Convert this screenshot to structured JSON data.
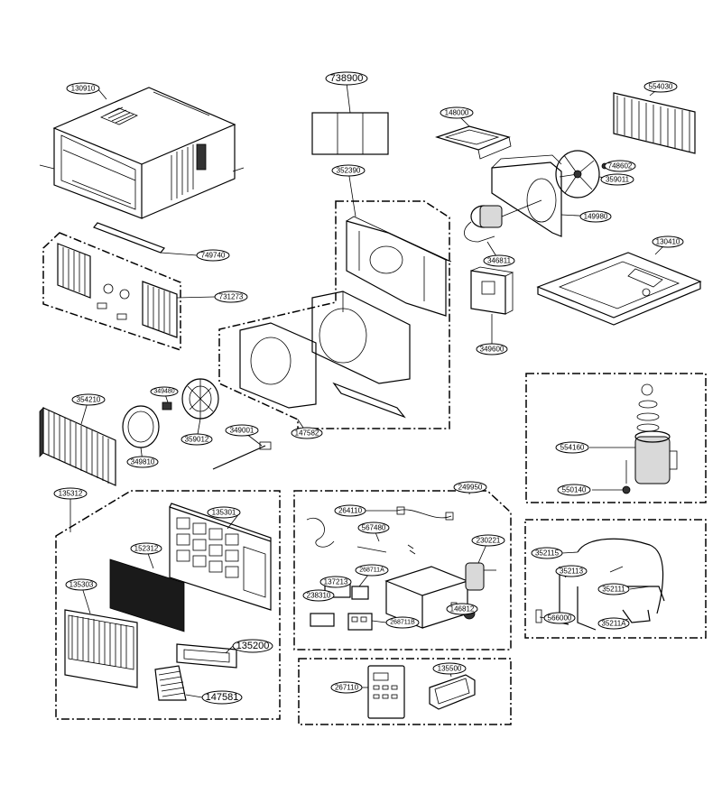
{
  "labels": {
    "l130910": "130910",
    "l738900": "738900",
    "l148000": "148000",
    "l554030": "554030",
    "l352390": "352390",
    "l748602": "748602",
    "l359011": "359011",
    "l149980": "149980",
    "l749740": "749740",
    "l346811": "346811",
    "l130410": "130410",
    "l731273": "731273",
    "l349600": "349600",
    "l354210": "354210",
    "l349810": "349810",
    "l359012": "359012",
    "l349001": "349001",
    "l147582": "147582",
    "l349480": "349480",
    "l554160": "554160",
    "l550140": "550140",
    "l135312": "135312",
    "l249950": "249950",
    "l135301": "135301",
    "l264110": "264110",
    "l567480": "567480",
    "l152312": "152312",
    "l230221": "230221",
    "l352115": "352115",
    "l135303": "135303",
    "l137213": "137213",
    "l268711A": "268711A",
    "l352113": "352113",
    "l352111": "352111",
    "l238310": "238310",
    "l146812": "146812",
    "l268711B": "268711B",
    "l566000": "566000",
    "l35211A": "35211A",
    "l135200": "135200",
    "l135500": "135500",
    "l147581": "147581",
    "l267110": "267110"
  }
}
